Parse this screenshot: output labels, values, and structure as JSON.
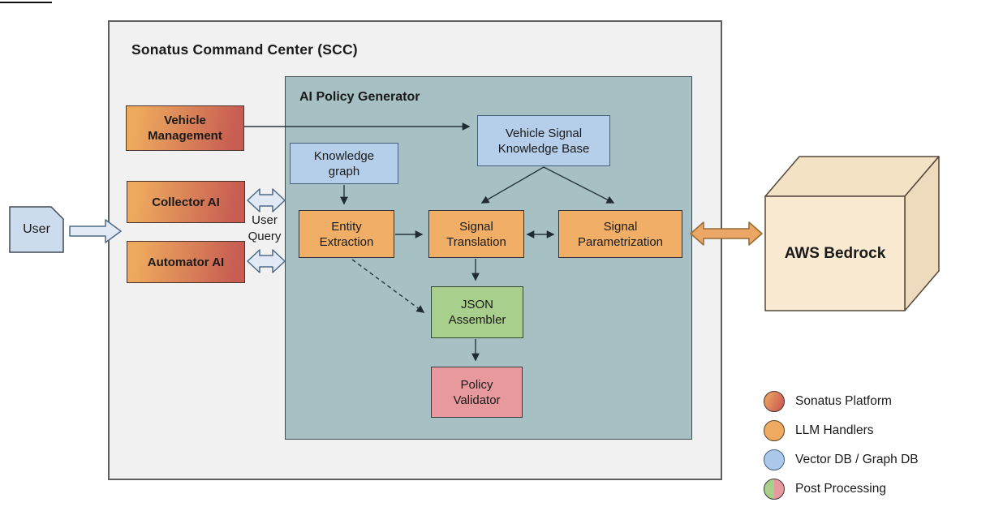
{
  "scc": {
    "title": "Sonatus Command Center (SCC)"
  },
  "apg": {
    "title": "AI Policy Generator"
  },
  "nodes": {
    "user": {
      "label": "User"
    },
    "vehicle_management": {
      "label": "Vehicle\nManagement"
    },
    "collector_ai": {
      "label": "Collector AI"
    },
    "automator_ai": {
      "label": "Automator AI"
    },
    "knowledge_graph": {
      "label": "Knowledge\ngraph"
    },
    "vehicle_signal_kb": {
      "label": "Vehicle Signal\nKnowledge Base"
    },
    "entity_extraction": {
      "label": "Entity\nExtraction"
    },
    "signal_translation": {
      "label": "Signal\nTranslation"
    },
    "signal_parametrization": {
      "label": "Signal\nParametrization"
    },
    "json_assembler": {
      "label": "JSON\nAssembler"
    },
    "policy_validator": {
      "label": "Policy\nValidator"
    },
    "aws_bedrock": {
      "label": "AWS Bedrock"
    }
  },
  "edge_labels": {
    "user_query": "User\nQuery"
  },
  "legend": {
    "items": [
      {
        "label": "Sonatus Platform",
        "swatch": "sonatus-platform"
      },
      {
        "label": "LLM Handlers",
        "swatch": "llm-handlers"
      },
      {
        "label": "Vector DB / Graph DB",
        "swatch": "vector-db-graph-db"
      },
      {
        "label": "Post Processing",
        "swatch": "post-processing"
      }
    ]
  },
  "colors": {
    "sonatus_platform_start": "#eda95d",
    "sonatus_platform_end": "#c85e53",
    "llm_handlers": "#f0ae66",
    "vector_db": "#b5cee9",
    "post_processing_green": "#a8cf8b",
    "post_processing_pink": "#e8999d",
    "apg_background": "#a6c0c4",
    "scc_background": "#f1f1f2",
    "cube_front": "#f9ead1",
    "blue_arrow_fill": "#e1eaf4",
    "orange_arrow_fill": "#eca766"
  }
}
